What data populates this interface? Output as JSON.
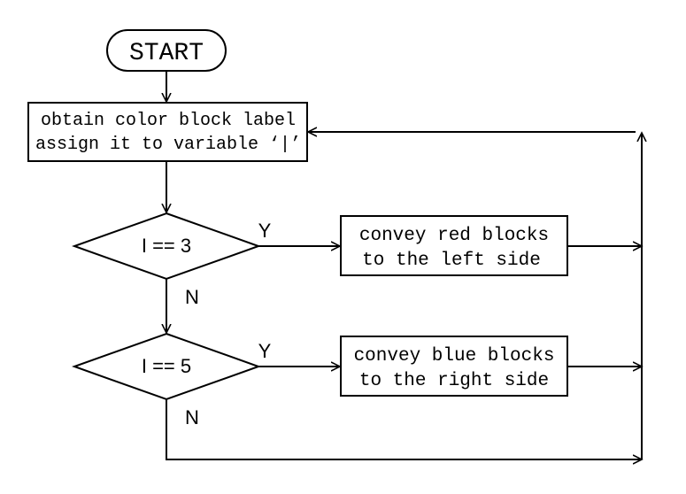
{
  "start": {
    "label": "START"
  },
  "process_obtain": {
    "line1": "obtain color block label",
    "line2": "assign it to variable ‘|’"
  },
  "decision1": {
    "label": "I == 3",
    "yes": "Y",
    "no": "N"
  },
  "process_red": {
    "line1": "convey red blocks",
    "line2": "to the left side"
  },
  "decision2": {
    "label": "I == 5",
    "yes": "Y",
    "no": "N"
  },
  "process_blue": {
    "line1": "convey blue blocks",
    "line2": "to the right side"
  }
}
